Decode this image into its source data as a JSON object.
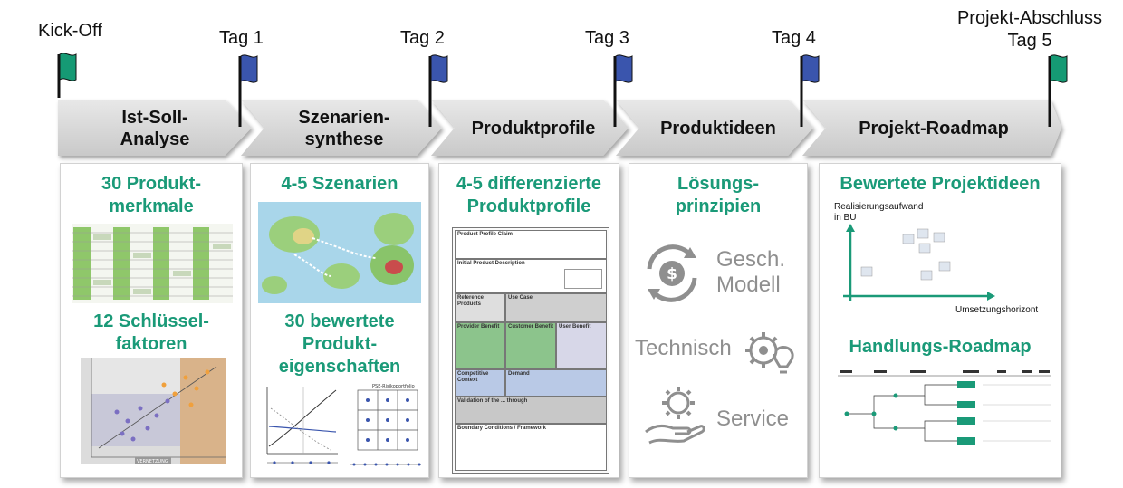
{
  "milestones": [
    {
      "label": "Kick-Off",
      "color": "#159a74"
    },
    {
      "label": "Tag 1",
      "color": "#3a55ad"
    },
    {
      "label": "Tag 2",
      "color": "#3a55ad"
    },
    {
      "label": "Tag 3",
      "color": "#3a55ad"
    },
    {
      "label": "Tag 4",
      "color": "#3a55ad"
    },
    {
      "label": "Projekt-Abschluss\nTag 5",
      "color": "#159a74"
    }
  ],
  "phases": [
    "Ist-Soll-\nAnalyse",
    "Szenarien-\nsynthese",
    "Produktprofile",
    "Produktideen",
    "Projekt-Roadmap"
  ],
  "cards": {
    "c1": {
      "heading_top": "30 Produkt-\nmerkmale",
      "heading_bottom": "12 Schlüssel-\nfaktoren",
      "matrix_label": "VERNETZUNG"
    },
    "c2": {
      "heading_top": "4-5 Szenarien",
      "heading_bottom": "30 bewertete\nProdukt-\neigenschaften",
      "portfolio_label": "PSE-Risikoportfolio"
    },
    "c3": {
      "heading": "4-5 differenzierte\nProduktprofile",
      "doc": {
        "claim": "Product Profile Claim",
        "initial": "Initial Product Description",
        "reference": "Reference Products",
        "usecase": "Use Case",
        "provider": "Provider Benefit",
        "customer": "Customer Benefit",
        "user": "User Benefit",
        "competitive": "Competitive Context",
        "demand": "Demand",
        "validation": "Validation of the ... through",
        "boundary": "Boundary Conditions / Framework"
      }
    },
    "c4": {
      "heading": "Lösungs-\nprinzipien",
      "items": [
        "Gesch.\nModell",
        "Technisch",
        "Service"
      ]
    },
    "c5": {
      "heading_top": "Bewertete Projektideen",
      "y_label": "Realisierungsaufwand\nin BU",
      "x_label": "Umsetzungshorizont",
      "heading_bottom": "Handlungs-Roadmap"
    }
  },
  "colors": {
    "green": "#1a9a78",
    "blue_flag": "#3a55ad",
    "green_flag": "#159a74",
    "band": "#d9d9d9"
  }
}
